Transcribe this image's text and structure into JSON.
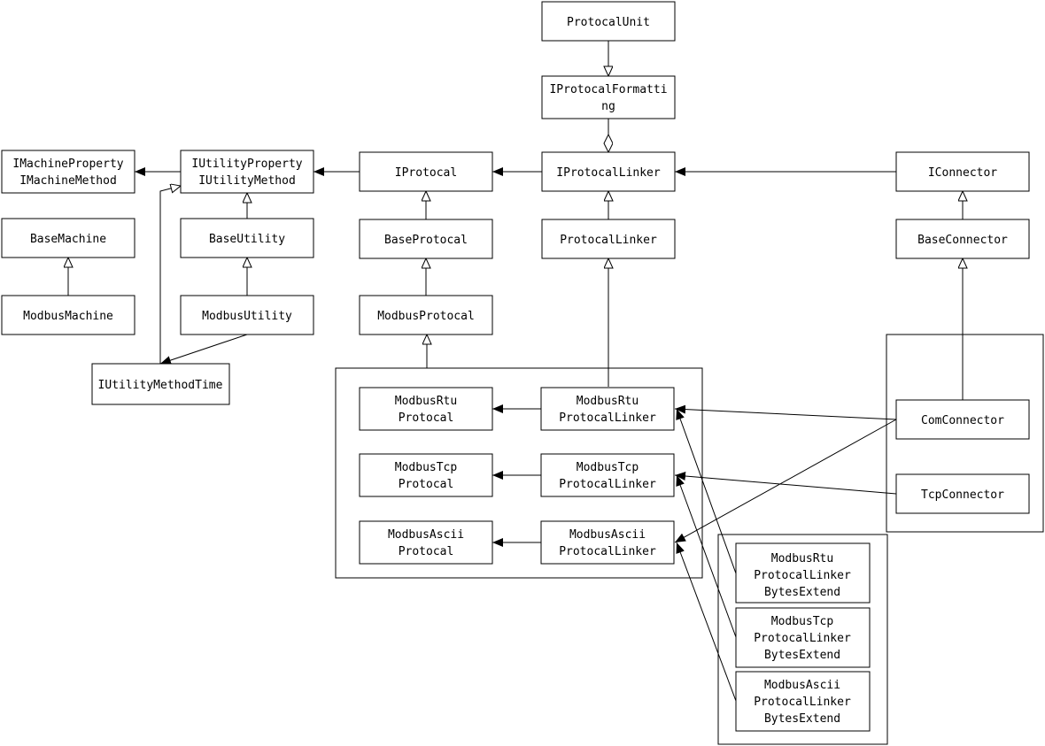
{
  "colors": {
    "line": "#000000",
    "box_fill": "#ffffff",
    "background": "#ffffff"
  },
  "nodes": [
    {
      "id": "ProtocalUnit",
      "lines": [
        "ProtocalUnit"
      ]
    },
    {
      "id": "IProtocalFormatting",
      "lines": [
        "IProtocalFormatti",
        "ng"
      ]
    },
    {
      "id": "IProtocalLinker",
      "lines": [
        "IProtocalLinker"
      ]
    },
    {
      "id": "ProtocalLinker",
      "lines": [
        "ProtocalLinker"
      ]
    },
    {
      "id": "IProtocal",
      "lines": [
        "IProtocal"
      ]
    },
    {
      "id": "BaseProtocal",
      "lines": [
        "BaseProtocal"
      ]
    },
    {
      "id": "ModbusProtocal",
      "lines": [
        "ModbusProtocal"
      ]
    },
    {
      "id": "IUtilityProperty",
      "lines": [
        "IUtilityProperty",
        "IUtilityMethod"
      ]
    },
    {
      "id": "BaseUtility",
      "lines": [
        "BaseUtility"
      ]
    },
    {
      "id": "ModbusUtility",
      "lines": [
        "ModbusUtility"
      ]
    },
    {
      "id": "IMachineProperty",
      "lines": [
        "IMachineProperty",
        "IMachineMethod"
      ]
    },
    {
      "id": "BaseMachine",
      "lines": [
        "BaseMachine"
      ]
    },
    {
      "id": "ModbusMachine",
      "lines": [
        "ModbusMachine"
      ]
    },
    {
      "id": "IUtilityMethodTime",
      "lines": [
        "IUtilityMethodTime"
      ]
    },
    {
      "id": "IConnector",
      "lines": [
        "IConnector"
      ]
    },
    {
      "id": "BaseConnector",
      "lines": [
        "BaseConnector"
      ]
    },
    {
      "id": "ComConnector",
      "lines": [
        "ComConnector"
      ]
    },
    {
      "id": "TcpConnector",
      "lines": [
        "TcpConnector"
      ]
    },
    {
      "id": "ModbusRtuProtocal",
      "lines": [
        "ModbusRtu",
        "Protocal"
      ]
    },
    {
      "id": "ModbusRtuProtocalLinker",
      "lines": [
        "ModbusRtu",
        "ProtocalLinker"
      ]
    },
    {
      "id": "ModbusTcpProtocal",
      "lines": [
        "ModbusTcp",
        "Protocal"
      ]
    },
    {
      "id": "ModbusTcpProtocalLinker",
      "lines": [
        "ModbusTcp",
        "ProtocalLinker"
      ]
    },
    {
      "id": "ModbusAsciiProtocal",
      "lines": [
        "ModbusAscii",
        "Protocal"
      ]
    },
    {
      "id": "ModbusAsciiProtocalLinker",
      "lines": [
        "ModbusAscii",
        "ProtocalLinker"
      ]
    },
    {
      "id": "ModbusRtuBytesExtend",
      "lines": [
        "ModbusRtu",
        "ProtocalLinker",
        "BytesExtend"
      ]
    },
    {
      "id": "ModbusTcpBytesExtend",
      "lines": [
        "ModbusTcp",
        "ProtocalLinker",
        "BytesExtend"
      ]
    },
    {
      "id": "ModbusAsciiBytesExtend",
      "lines": [
        "ModbusAscii",
        "ProtocalLinker",
        "BytesExtend"
      ]
    }
  ],
  "groups": [
    {
      "id": "modbus-protocal-group",
      "members": [
        "ModbusRtuProtocal",
        "ModbusRtuProtocalLinker",
        "ModbusTcpProtocal",
        "ModbusTcpProtocalLinker",
        "ModbusAsciiProtocal",
        "ModbusAsciiProtocalLinker"
      ]
    },
    {
      "id": "connector-group",
      "members": [
        "ComConnector",
        "TcpConnector"
      ]
    },
    {
      "id": "bytes-extend-group",
      "members": [
        "ModbusRtuBytesExtend",
        "ModbusTcpBytesExtend",
        "ModbusAsciiBytesExtend"
      ]
    }
  ],
  "edges": [
    {
      "from": "ProtocalUnit",
      "to": "IProtocalFormatting",
      "type": "inheritance"
    },
    {
      "from": "IProtocalFormatting",
      "to": "IProtocalLinker",
      "type": "aggregation"
    },
    {
      "from": "ProtocalLinker",
      "to": "IProtocalLinker",
      "type": "inheritance"
    },
    {
      "from": "modbus-protocal-group",
      "to": "ProtocalLinker",
      "type": "inheritance"
    },
    {
      "from": "IProtocalLinker",
      "to": "IProtocal",
      "type": "association"
    },
    {
      "from": "IConnector",
      "to": "IProtocalLinker",
      "type": "association"
    },
    {
      "from": "BaseProtocal",
      "to": "IProtocal",
      "type": "inheritance"
    },
    {
      "from": "ModbusProtocal",
      "to": "BaseProtocal",
      "type": "inheritance"
    },
    {
      "from": "modbus-protocal-group",
      "to": "ModbusProtocal",
      "type": "inheritance"
    },
    {
      "from": "IProtocal",
      "to": "IUtilityProperty",
      "type": "association"
    },
    {
      "from": "IUtilityProperty",
      "to": "IMachineProperty",
      "type": "association"
    },
    {
      "from": "BaseUtility",
      "to": "IUtilityProperty",
      "type": "inheritance"
    },
    {
      "from": "ModbusUtility",
      "to": "BaseUtility",
      "type": "inheritance"
    },
    {
      "from": "IUtilityMethodTime",
      "to": "IUtilityProperty",
      "type": "inheritance"
    },
    {
      "from": "ModbusUtility",
      "to": "IUtilityMethodTime",
      "type": "association"
    },
    {
      "from": "ModbusMachine",
      "to": "BaseMachine",
      "type": "inheritance"
    },
    {
      "from": "BaseConnector",
      "to": "IConnector",
      "type": "inheritance"
    },
    {
      "from": "connector-group",
      "to": "BaseConnector",
      "type": "inheritance"
    },
    {
      "from": "ModbusRtuProtocalLinker",
      "to": "ModbusRtuProtocal",
      "type": "association"
    },
    {
      "from": "ModbusTcpProtocalLinker",
      "to": "ModbusTcpProtocal",
      "type": "association"
    },
    {
      "from": "ModbusAsciiProtocalLinker",
      "to": "ModbusAsciiProtocal",
      "type": "association"
    },
    {
      "from": "ComConnector",
      "to": "ModbusRtuProtocalLinker",
      "type": "association"
    },
    {
      "from": "ComConnector",
      "to": "ModbusAsciiProtocalLinker",
      "type": "association"
    },
    {
      "from": "TcpConnector",
      "to": "ModbusTcpProtocalLinker",
      "type": "association"
    },
    {
      "from": "ModbusRtuBytesExtend",
      "to": "ModbusRtuProtocalLinker",
      "type": "association"
    },
    {
      "from": "ModbusTcpBytesExtend",
      "to": "ModbusTcpProtocalLinker",
      "type": "association"
    },
    {
      "from": "ModbusAsciiBytesExtend",
      "to": "ModbusAsciiProtocalLinker",
      "type": "association"
    }
  ]
}
